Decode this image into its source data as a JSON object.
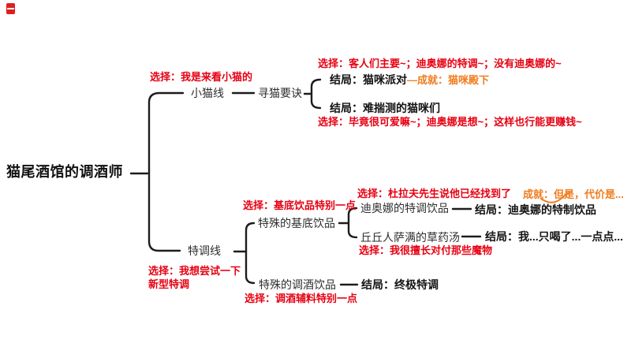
{
  "colors": {
    "choice_red": "#e60012",
    "achievement_orange": "#f07c1d",
    "line_black": "#1c1c1c",
    "text_black": "#141414",
    "node_gray": "#2e2e2e"
  },
  "root": {
    "label": "猫尾酒馆的调酒师"
  },
  "kitten_branch": {
    "choice": "选择：我是来看小猫的",
    "node": "小猫线",
    "sub_node": "寻猫要诀",
    "party": {
      "choice": "选择：客人们主要~；迪奥娜的特调~；没有迪奥娜的~",
      "ending": "结局：猫咪派对",
      "achievement": "—成就：猫咪殿下"
    },
    "unpredictable": {
      "ending": "结局：难揣测的猫咪们",
      "choice": "选择：毕竟很可爱嘛~；迪奥娜是想~；这样也行能更赚钱~"
    }
  },
  "special_branch": {
    "choice_line1": "选择：我想尝试一下",
    "choice_line2": "新型特调",
    "node": "特调线",
    "base_drink": {
      "choice": "选择：基底饮品特别一点",
      "node": "特殊的基底饮品",
      "diona": {
        "choice": "选择：杜拉夫先生说他已经找到了",
        "node": "迪奥娜的特调饮品",
        "ending": "结局：迪奥娜的特制饮品",
        "achievement": "成就：但是，代价是..."
      },
      "shaman": {
        "node": "丘丘人萨满的草药汤",
        "ending": "结局：我...只喝了...一点点...",
        "choice": "选择：我很擅长对付那些魔物"
      }
    },
    "mix_drink": {
      "choice": "选择：调酒辅料特别一点",
      "node": "特殊的调酒饮品",
      "ending": "结局：终极特调"
    }
  }
}
